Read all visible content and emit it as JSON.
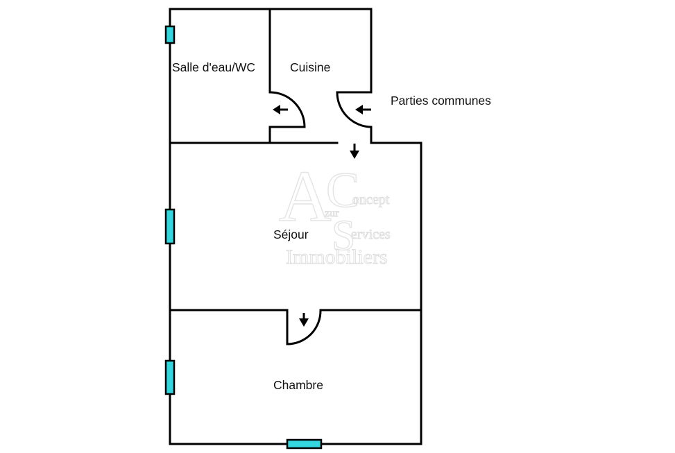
{
  "rooms": {
    "bathroom": "Salle d'eau/WC",
    "kitchen": "Cuisine",
    "common_areas": "Parties communes",
    "living_room": "Séjour",
    "bedroom": "Chambre"
  },
  "watermark": {
    "letter_a": "A",
    "letter_c1": "C",
    "letter_s": "S",
    "word_concept": "oncept",
    "word_azur": "zur",
    "word_services": "ervices",
    "word_immobiliers": "Immobiliers"
  },
  "colors": {
    "window_fill": "#33d6dd",
    "wall": "#000000"
  }
}
